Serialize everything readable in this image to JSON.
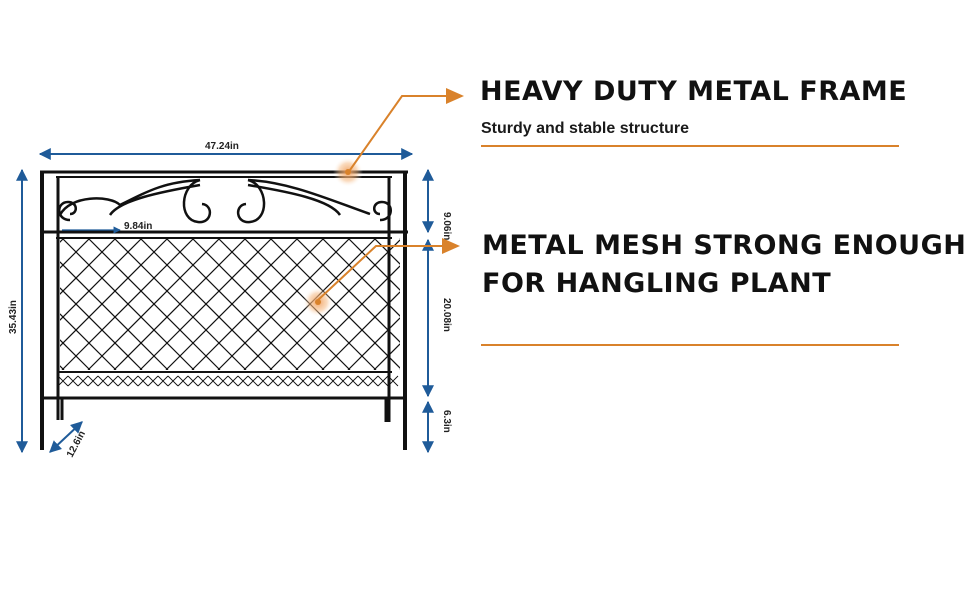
{
  "colors": {
    "accent": "#d9822b",
    "dimension_line": "#1f5b99",
    "frame": "#111111",
    "text": "#111111"
  },
  "features": [
    {
      "title": "HEAVY DUTY METAL FRAME",
      "subtitle": "Sturdy and stable structure"
    },
    {
      "title_line1": "METAL MESH STRONG ENOUGH",
      "title_line2": "FOR HANGLING PLANT"
    }
  ],
  "dimensions": {
    "width": "47.24in",
    "shelf_depth": "9.84in",
    "top_section_height": "9.06in",
    "total_height": "35.43in",
    "mesh_height": "20.08in",
    "leg_height": "6.3in",
    "depth": "12.6in"
  }
}
